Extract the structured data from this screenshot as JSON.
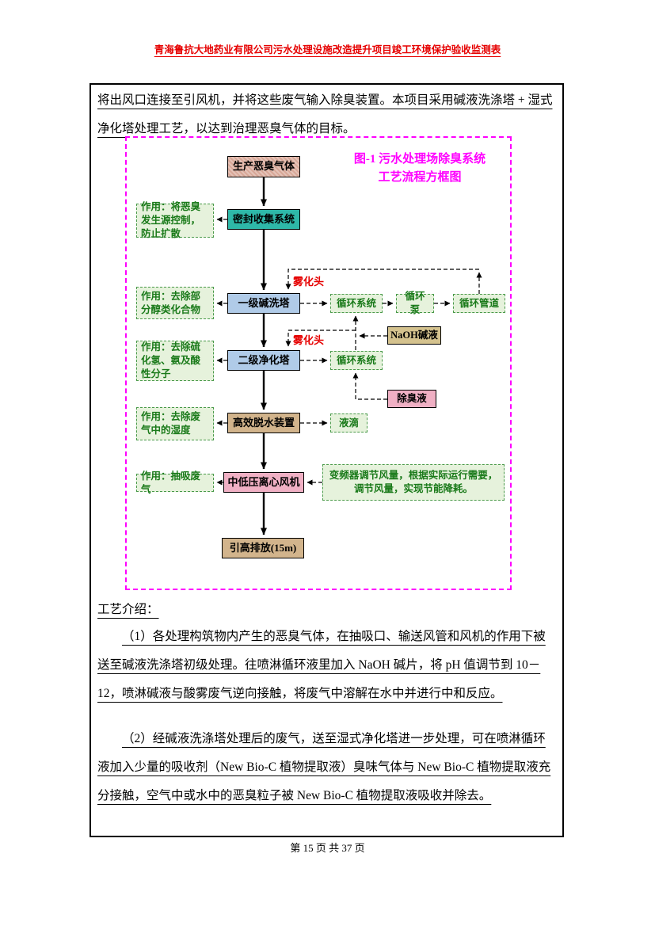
{
  "page": {
    "header": "青海鲁抗大地药业有限公司污水处理设施改造提升项目竣工环境保护验收监测表",
    "footer": "第 15 页 共 37 页"
  },
  "body": {
    "intro": "将出风口连接至引风机，并将这些废气输入除臭装置。本项目采用碱液洗涤塔 + 湿式净化塔处理工艺，以达到治理恶臭气体的目标。",
    "section_label": "工艺介绍：",
    "para1": "（1）各处理构筑物内产生的恶臭气体，在抽吸口、输送风管和风机的作用下被送至碱液洗涤塔初级处理。往喷淋循环液里加入 NaOH 碱片，将 pH 值调节到 10－12，喷淋碱液与酸雾废气逆向接触，将废气中溶解在水中并进行中和反应。",
    "para2": "（2）经碱液洗涤塔处理后的废气，送至湿式净化塔进一步处理，可在喷淋循环液加入少量的吸收剂（New Bio-C 植物提取液）臭味气体与 New Bio-C 植物提取液充分接触，空气中或水中的恶臭粒子被 New Bio-C 植物提取液吸收并除去。"
  },
  "flowchart": {
    "title_line1": "图-1  污水处理场除臭系统",
    "title_line2": "工艺流程方框图",
    "main_flow": [
      "生产恶臭气体",
      "密封收集系统",
      "一级碱洗塔",
      "二级净化塔",
      "高效脱水装置",
      "中低压离心风机",
      "引高排放(15m)"
    ],
    "left_notes": [
      "作用：将恶臭发生源控制，防止扩散",
      "作用：去除部分醇类化合物",
      "作用：去除硫化氢、氨及酸性分子",
      "作用：去除废气中的湿度",
      "作用：抽吸废气"
    ],
    "spray_label": "雾化头",
    "right_boxes": {
      "circ_system_1": "循环系统",
      "circ_pump": "循环泵",
      "circ_pipe": "循环管道",
      "naoh": "NaOH碱液",
      "circ_system_2": "循环系统",
      "deodorant": "除臭液",
      "droplet": "液滴",
      "vfd_note": "变频器调节风量，根据实际运行需要，调节风量，实现节能降耗。"
    },
    "colors": {
      "figure_border": "#ff00ff",
      "figure_title": "#ff00ff",
      "spray_label": "#e60000",
      "header_red": "#e60000",
      "teal_box": "#2eb8a8",
      "blue_box": "#b0cbe8",
      "tan_box": "#d2b48c",
      "pink_box": "#f0b0c4",
      "green_note_border": "#4a9a4a",
      "green_note_bg": "#e6f2dc",
      "green_note_text": "#1a7a1a"
    }
  }
}
